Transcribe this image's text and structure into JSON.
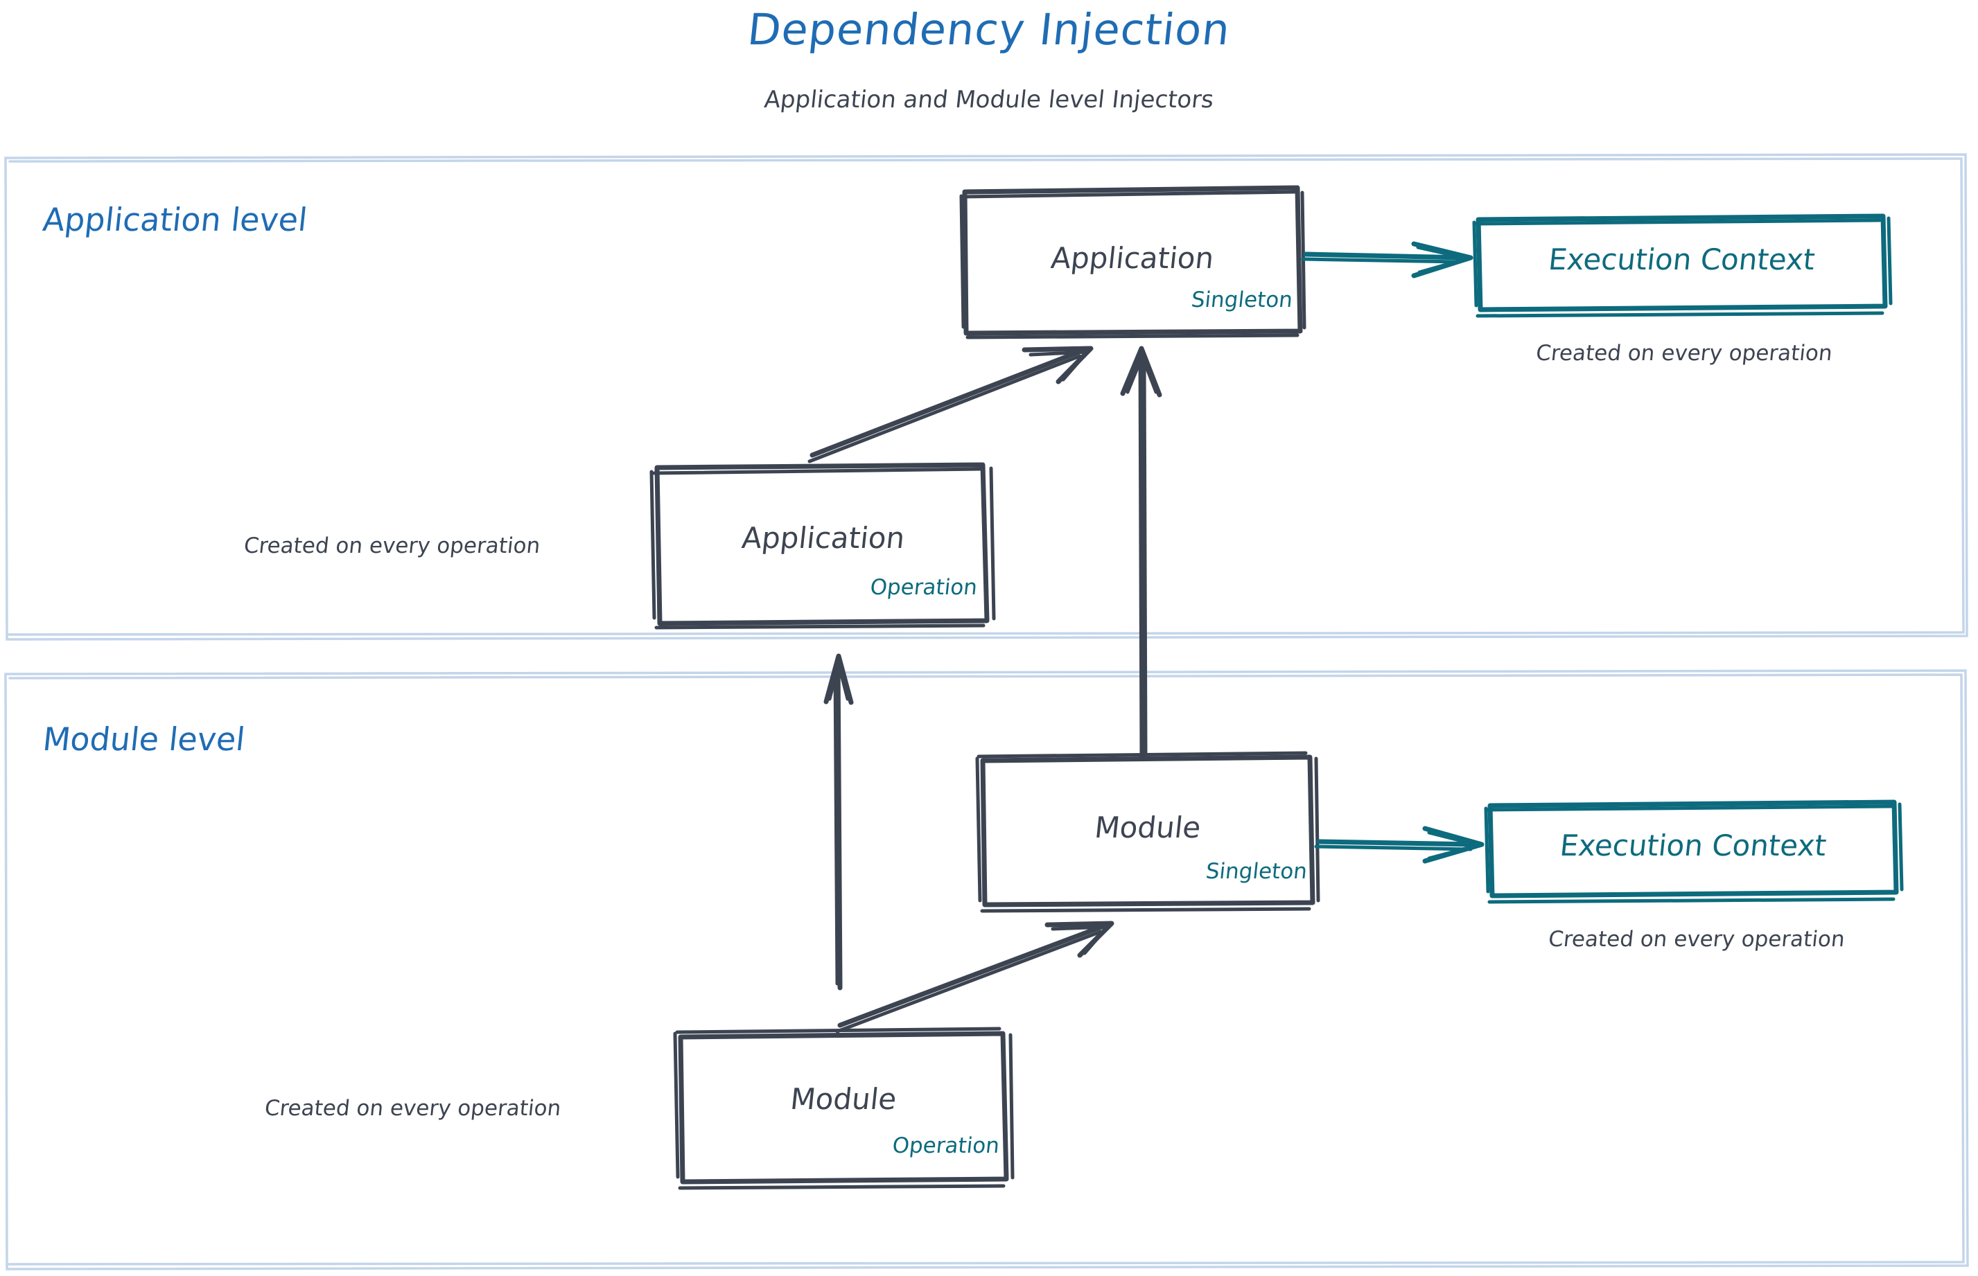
{
  "header": {
    "title": "Dependency Injection",
    "subtitle": "Application and Module level Injectors"
  },
  "colors": {
    "title_blue": "#1f6cb4",
    "zone_border": "#c3d5ea",
    "sketch_dark": "#3d4451",
    "teal": "#0d6b7d",
    "background": "#ffffff"
  },
  "zones": [
    {
      "id": "application-level",
      "label": "Application level"
    },
    {
      "id": "module-level",
      "label": "Module level"
    }
  ],
  "boxes": {
    "application_singleton": {
      "title": "Application",
      "scope": "Singleton"
    },
    "application_operation": {
      "title": "Application",
      "scope": "Operation"
    },
    "module_singleton": {
      "title": "Module",
      "scope": "Singleton"
    },
    "module_operation": {
      "title": "Module",
      "scope": "Operation"
    },
    "execution_context_app": {
      "title": "Execution Context"
    },
    "execution_context_module": {
      "title": "Execution Context"
    }
  },
  "notes": {
    "app_execution_context": "Created on every operation",
    "app_operation": "Created on every operation",
    "module_execution_context": "Created on every operation",
    "module_operation": "Created on every operation"
  },
  "edges": [
    {
      "id": "app-singleton-to-execution-context",
      "color": "#0d6b7d",
      "direction": "right"
    },
    {
      "id": "app-operation-to-app-singleton",
      "color": "#3d4451",
      "direction": "up-right"
    },
    {
      "id": "module-singleton-to-app-singleton",
      "color": "#3d4451",
      "direction": "up"
    },
    {
      "id": "module-operation-to-app-operation",
      "color": "#3d4451",
      "direction": "up"
    },
    {
      "id": "module-operation-to-module-singleton",
      "color": "#3d4451",
      "direction": "up-right"
    },
    {
      "id": "module-singleton-to-execution-context",
      "color": "#0d6b7d",
      "direction": "right"
    }
  ]
}
